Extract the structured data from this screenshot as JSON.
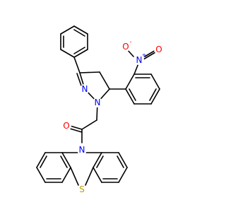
{
  "molecule": {
    "atom_labels": {
      "nitro_n": "N",
      "nitro_n_charge": "+",
      "nitro_o1": "O",
      "nitro_o1_charge": "-",
      "nitro_o2": "O",
      "pyrazoline_n_imine": "N",
      "pyrazoline_n_amine": "N",
      "carbonyl_o": "O",
      "phenothiazine_n": "N",
      "phenothiazine_s": "S"
    },
    "colors": {
      "bond": "#000000",
      "nitrogen": "#0000ff",
      "oxygen": "#ff0000",
      "sulfur": "#b8a000"
    }
  }
}
